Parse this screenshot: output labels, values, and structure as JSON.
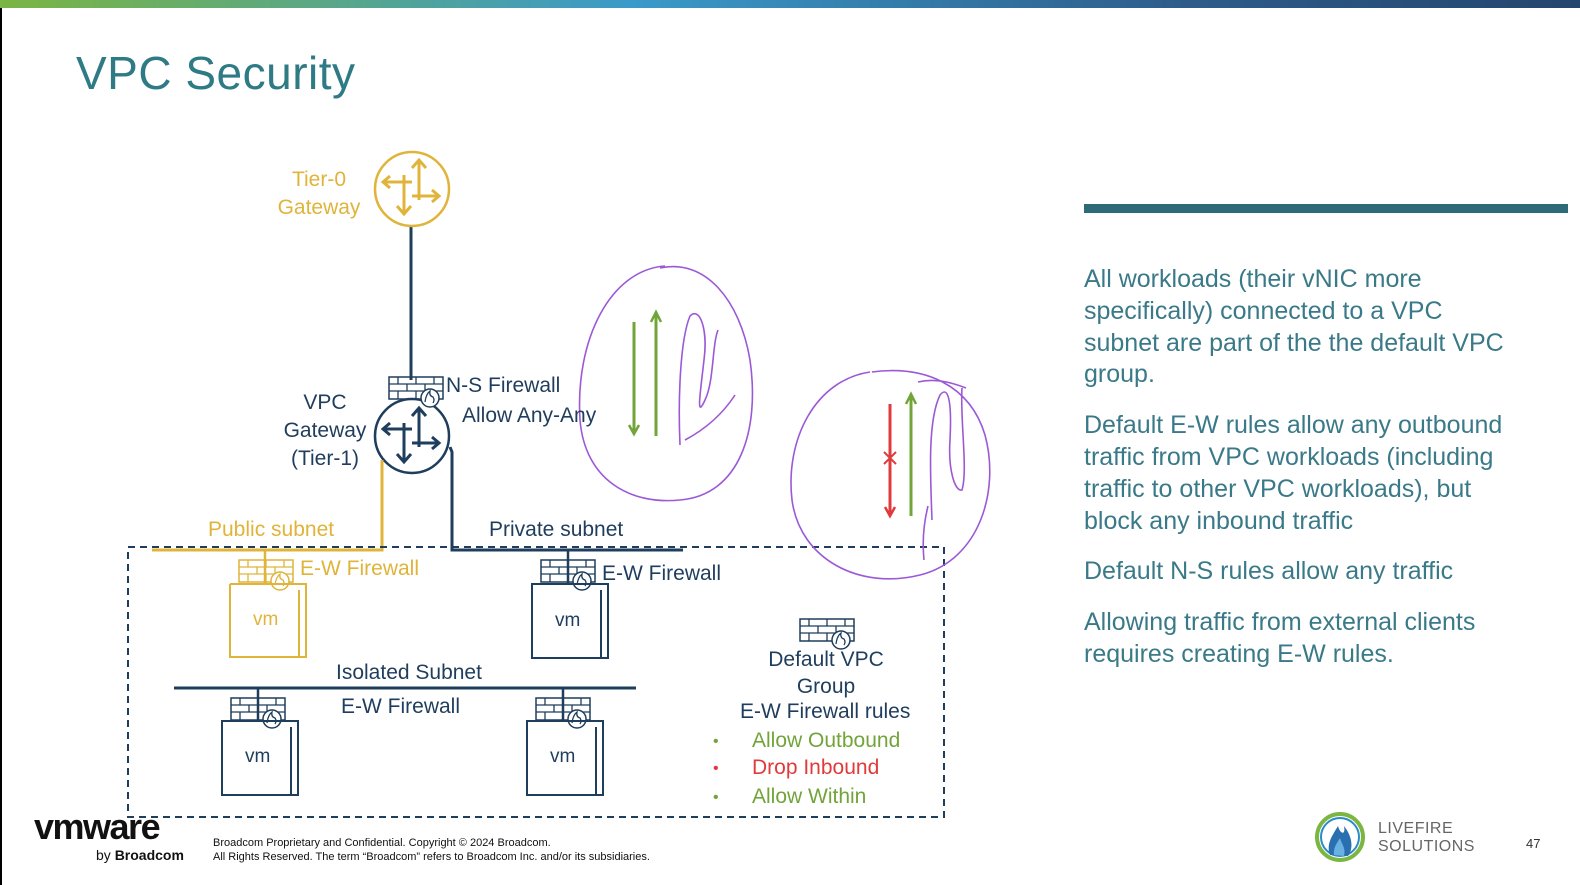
{
  "slide": {
    "title": "VPC Security",
    "page_number": "47"
  },
  "bullets": [
    "All workloads (their vNIC more specifically) connected to a VPC subnet are part of the the default VPC group.",
    "Default E-W rules allow any outbound traffic from VPC workloads (including traffic to other VPC workloads), but block any inbound traffic",
    "Default N-S rules allow any traffic",
    "Allowing traffic from external clients requires creating E-W rules."
  ],
  "diagram": {
    "tier0_line1": "Tier-0",
    "tier0_line2": "Gateway",
    "vpc_gw_line1": "VPC",
    "vpc_gw_line2": "Gateway",
    "vpc_gw_line3": "(Tier-1)",
    "ns_firewall": "N-S Firewall",
    "allow_any": "Allow Any-Any",
    "public_subnet": "Public subnet",
    "private_subnet": "Private subnet",
    "isolated_subnet": "Isolated Subnet",
    "ew_firewall_public": "E-W Firewall",
    "ew_firewall_private": "E-W Firewall",
    "ew_firewall_isolated": "E-W Firewall",
    "vm_label": "vm",
    "default_group_line1": "Default VPC",
    "default_group_line2": "Group",
    "default_group_line3": "E-W Firewall rules",
    "rules": [
      {
        "text": "Allow Outbound",
        "color": "#72a43a"
      },
      {
        "text": "Drop Inbound",
        "color": "#e03a3a"
      },
      {
        "text": "Allow Within",
        "color": "#72a43a"
      }
    ]
  },
  "colors": {
    "navy": "#1f3d5c",
    "gold": "#e0b43a",
    "teal_title": "#2e7b85",
    "green": "#72a43a",
    "red": "#e03a3a",
    "purple_annotation": "#9b59d6"
  },
  "footer": {
    "copyright_line1": "Broadcom Proprietary and Confidential. Copyright © 2024 Broadcom.",
    "copyright_line2": "All Rights Reserved. The term “Broadcom” refers to Broadcom Inc. and/or its subsidiaries.",
    "logo_text": "vmware",
    "logo_by": "by",
    "logo_broadcom": "Broadcom",
    "partner_line1": "LIVEFIRE",
    "partner_line2": "SOLUTIONS"
  }
}
